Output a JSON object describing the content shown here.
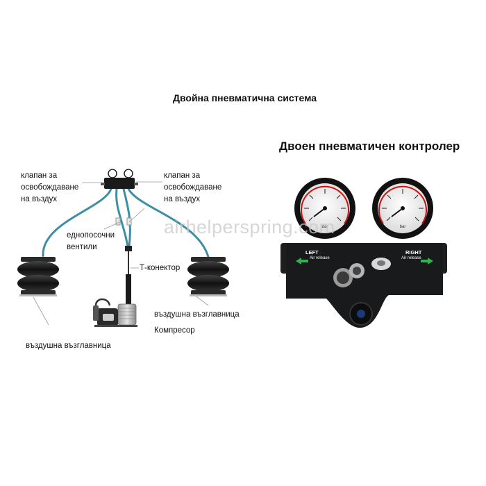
{
  "page": {
    "system_title": "Двойна пневматична система",
    "controller_title": "Двоен пневматичен контролер",
    "watermark": "airhelperspring.com"
  },
  "labels": {
    "release_valve_left": [
      "клапан за",
      "освобождаване",
      "на въздух"
    ],
    "release_valve_right": [
      "клапан за",
      "освобождаване",
      "на въздух"
    ],
    "check_valves": [
      "еднопосочни",
      "вентили"
    ],
    "t_connector": "Т-конектор",
    "air_bag_right": "въздушна възглавница",
    "compressor": "Компресор",
    "air_bag_left": "въздушна възглавница"
  },
  "controller": {
    "left_label": "LEFT",
    "left_sub": "Air release",
    "right_label": "RIGHT",
    "right_sub": "Air release",
    "gauge_unit": "bar"
  },
  "colors": {
    "hose": "#3d8fa3",
    "bag": "#1c1c1c",
    "accent_arrow": "#2fb34a",
    "panel": "#181a1c"
  }
}
